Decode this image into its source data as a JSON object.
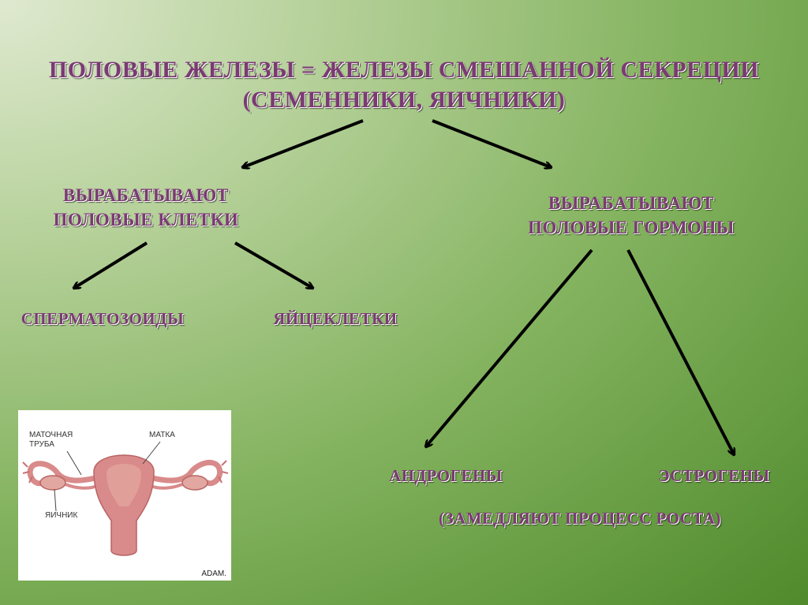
{
  "title": {
    "line1": "ПОЛОВЫЕ  ЖЕЛЕЗЫ = ЖЕЛЕЗЫ  СМЕШАННОЙ  СЕКРЕЦИИ",
    "line2": "(СЕМЕННИКИ, ЯИЧНИКИ)"
  },
  "branches": {
    "cells": {
      "line1": "ВЫРАБАТЫВАЮТ",
      "line2": "ПОЛОВЫЕ  КЛЕТКИ"
    },
    "hormones": {
      "line1": "ВЫРАБАТЫВАЮТ",
      "line2": "ПОЛОВЫЕ  ГОРМОНЫ"
    }
  },
  "leaves": {
    "sperm": "СПЕРМАТОЗОИДЫ",
    "eggs": "ЯЙЦЕКЛЕТКИ",
    "androgens": "АНДРОГЕНЫ",
    "estrogens": "ЭСТРОГЕНЫ"
  },
  "note": "(ЗАМЕДЛЯЮТ ПРОЦЕСС РОСТА)",
  "illustration": {
    "label_tube": [
      "МАТОЧНАЯ",
      "ТРУБА"
    ],
    "label_uterus": "МАТКА",
    "label_ovary": "ЯИЧНИК",
    "brand": "ADAM."
  },
  "colors": {
    "text": "#7b3a73",
    "arrow": "#000000",
    "organ": "#d98a8a"
  }
}
